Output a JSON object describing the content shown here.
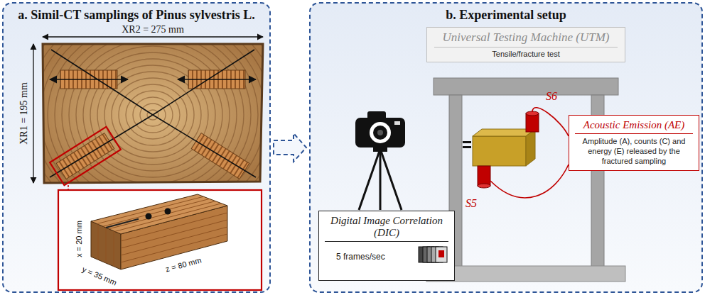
{
  "diagram": {
    "nodes": [
      {
        "text": [
          "a. Simil-CT samplings of Pinus sylvestris L."
        ]
      },
      {
        "text": [
          "b. Experimental setup"
        ]
      },
      {
        "text": [
          "Universal Testing Machine (UTM)",
          "Tensile/fracture test"
        ],
        "in": 1
      },
      {
        "text": [
          "Acoustic Emission (AE)",
          "Amplitude (A), counts (C) and energy (E) released by the fractured sampling"
        ],
        "in": 1
      },
      {
        "text": [
          "Digital Image Correlation (DIC)",
          "5 frames/sec"
        ],
        "in": 1
      }
    ],
    "edges": [
      {
        "from": 0,
        "to": 1,
        "arrow": "to"
      }
    ],
    "labels": [
      "XR2 = 275 mm",
      "XR1 = 195 mm",
      "x = 20 mm",
      "y = 35 mm",
      "z = 80 mm",
      "S6",
      "S5"
    ]
  }
}
